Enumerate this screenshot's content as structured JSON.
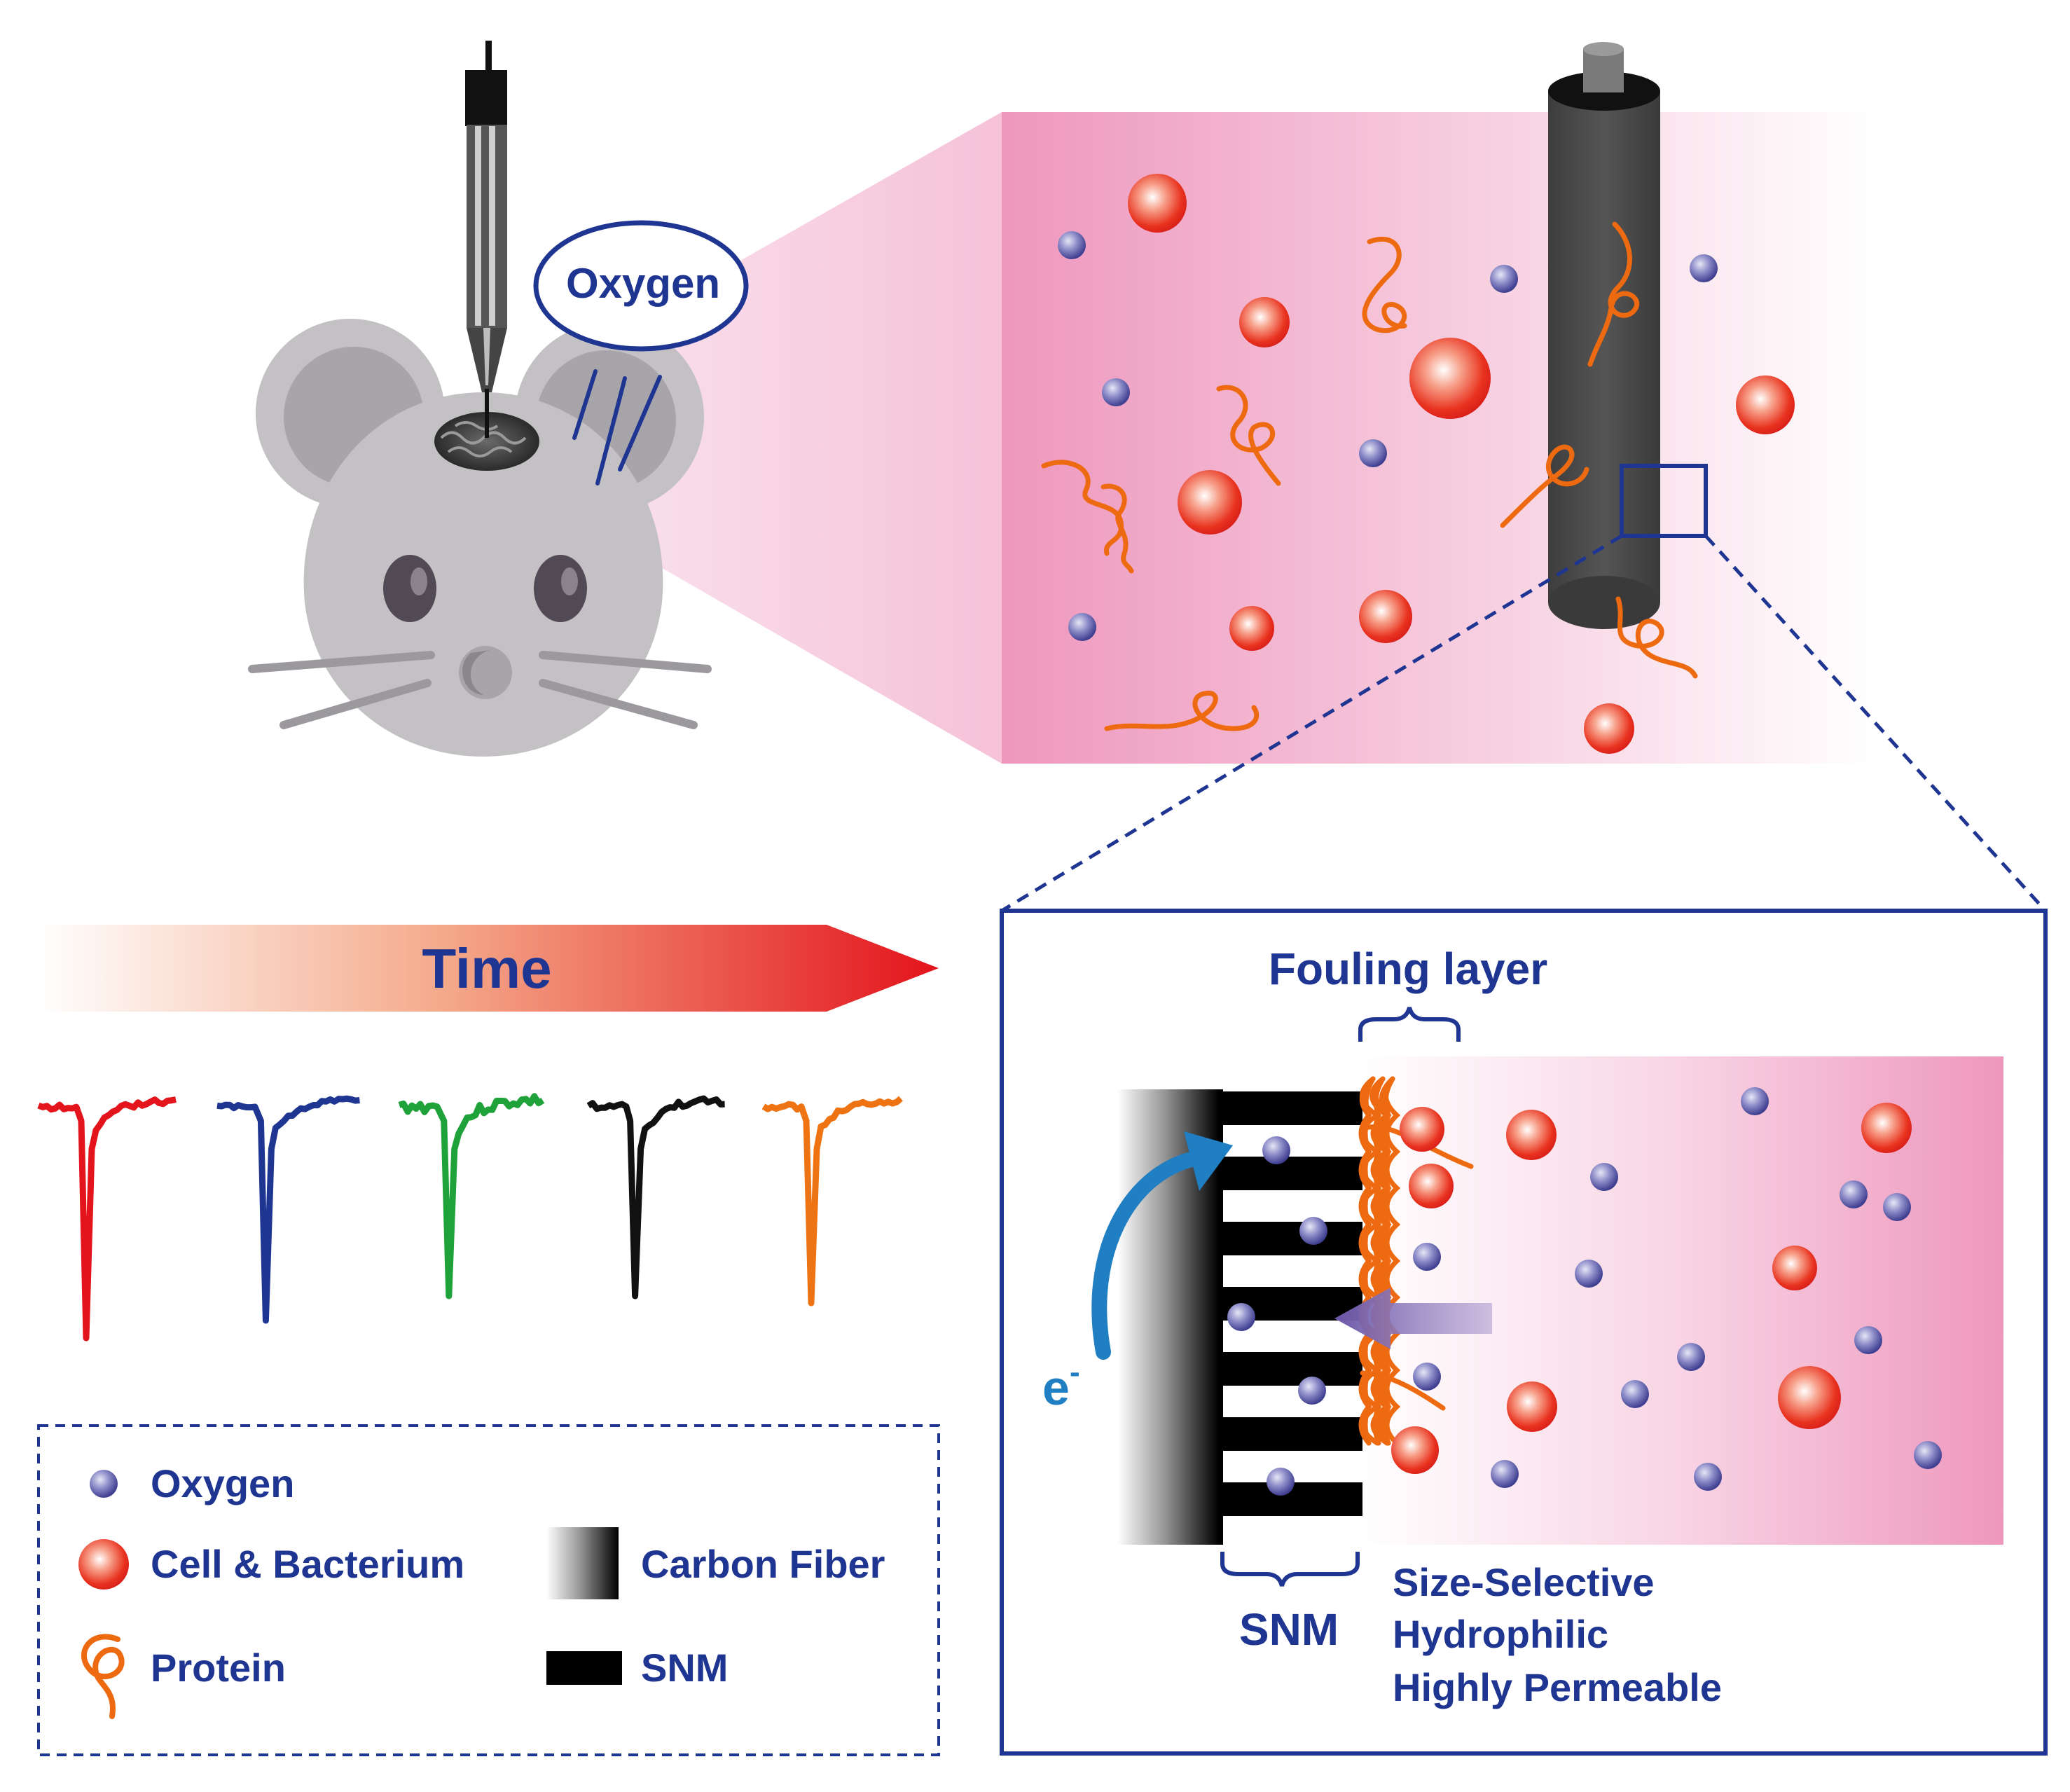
{
  "labels": {
    "oxygen_callout": "Oxygen",
    "time": "Time",
    "fouling_layer": "Fouling layer",
    "electron": "e",
    "electron_sup": "-",
    "snm": "SNM",
    "properties": [
      "Size-Selective",
      "Hydrophilic",
      "Highly Permeable"
    ]
  },
  "legend": {
    "items": [
      {
        "label": "Oxygen",
        "icon": "oxygen-dot-icon"
      },
      {
        "label": "Cell & Bacterium",
        "icon": "cell-sphere-icon"
      },
      {
        "label": "Protein",
        "icon": "protein-coil-icon"
      },
      {
        "label": "Carbon Fiber",
        "icon": "carbon-fiber-gradient-icon"
      },
      {
        "label": "SNM",
        "icon": "snm-bar-icon"
      }
    ]
  },
  "traces": [
    {
      "color": "#e3141c",
      "name": "trace-red"
    },
    {
      "color": "#1f3592",
      "name": "trace-blue"
    },
    {
      "color": "#1fa23a",
      "name": "trace-green"
    },
    {
      "color": "#111111",
      "name": "trace-black"
    },
    {
      "color": "#ee7413",
      "name": "trace-orange"
    }
  ],
  "colors": {
    "navy": "#1f3592",
    "pink": "#ee97bd",
    "orange": "#ee6a11",
    "cell_red": "#e8281e",
    "oxygen_dot": "#5a5aa8",
    "electron_blue": "#1f7fc2",
    "mouse_gray": "#c3c1c4",
    "fiber_gray": "#4a4a4a"
  }
}
